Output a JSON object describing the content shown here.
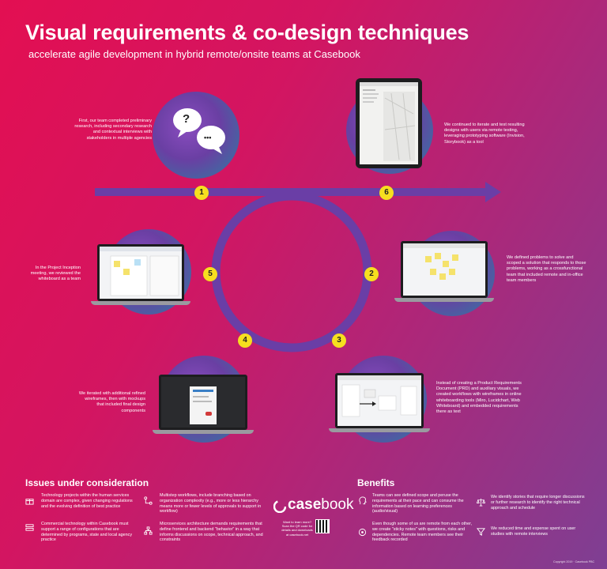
{
  "poster": {
    "title": "Visual requirements & co-design techniques",
    "subtitle": "accelerate agile development in hybrid remote/onsite teams at Casebook"
  },
  "steps": [
    {
      "num": "1",
      "text": "First, our team completed preliminary research, including secondary research and contextual interviews with stakeholders in multiple  agencies"
    },
    {
      "num": "2",
      "text": "We defined problems to solve and scoped a solution that responds to those problems, working as a crossfunctional team that included remote and in-office team members"
    },
    {
      "num": "3",
      "text": "Instead of creating a Product Requirements Document (PRD) and auxiliary visuals, we created workflows with wireframes in online whiteboarding tools (Miro, Lucidchart, Web Whiteboard) and embedded requirements there as text"
    },
    {
      "num": "4",
      "text": "We iterated with additional refined wireframes, then with mockups that included final design components"
    },
    {
      "num": "5",
      "text": "In the Project Inception meeting, we reviewed the whiteboard  as a team"
    },
    {
      "num": "6",
      "text": "We continued to iterate and test resulting designs with users via remote testing, leveraging prototyping software (Invision, Storybook) as a tool"
    }
  ],
  "bubbles": {
    "question": "?",
    "dots": "•••"
  },
  "issues": {
    "heading": "Issues under consideration",
    "items": [
      "Technology projects within the human services domain are complex, given changing regulations and the evolving definition of best practice",
      "Commercial technology within Casebook must support a range of configurations that are determined by programs, state and local agency practice",
      "Multistep workflows, include branching based on organization complexity (e.g., more or less hierarchy means more or fewer levels of approvals to support in workflow)",
      "Microservices architecture demands requirements that define frontend and backend \"behavior\" in a way that informs discussions on scope, technical approach, and constraints"
    ]
  },
  "brand": {
    "name_bold": "case",
    "name_light": "book",
    "cta": "Want to learn more? Scan the QR code for details and downloads at casebook.net"
  },
  "benefits": {
    "heading": "Benefits",
    "items": [
      "Teams can see defined scope and peruse the requirements at their pace and can consume the information based on learning preferences (audio/visual)",
      "Even though some of us are remote from each other, we create \"sticky notes\" with questions, risks and dependencies. Remote team members see their feedback recorded",
      "We identify stories that require longer discussions or further research to identify the right  technical approach and schedule",
      "We reduced time and expense spent on user studies with remote interviews"
    ]
  },
  "footer": {
    "copyright": "Copyright 2019 · Casebook PBC"
  },
  "colors": {
    "accent_yellow": "#f6df1f",
    "track_purple": "#6a3ea6"
  }
}
